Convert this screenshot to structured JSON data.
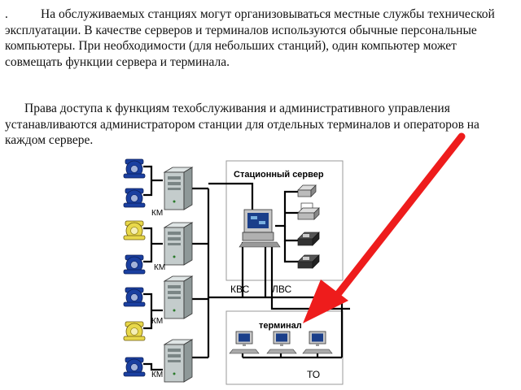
{
  "text": {
    "paragraph1_bullet": ".",
    "paragraph1": "На обслуживаемых станциях могут организовываться местные службы технической эксплуатации. В качестве серверов и терминалов используются обычные персональные компьютеры. При необходимости (для небольших станций), один компьютер может совмещать функции сервера и терминала.",
    "paragraph2": "Права доступа к функциям техобслуживания и административного управления устанавливаются администратором станции для отдельных терминалов и операторов на каждом сервере."
  },
  "diagram": {
    "server_box_title": "Стационный сервер",
    "terminal_box_title": "терминал",
    "kvs_label": "КВС",
    "lvs_label": "ЛВС",
    "to_label": "ТО",
    "km_labels": [
      "КМ",
      "КМ",
      "КМ",
      "КМ"
    ]
  },
  "colors": {
    "arrow": "#ee1c1c",
    "phone_blue": "#1a3fa0",
    "phone_yellow": "#e8d84a",
    "tower": "#b9c2c2",
    "line": "#000000"
  },
  "icons": [
    "telephone-icon",
    "server-tower-icon",
    "desktop-computer-icon",
    "printer-icon",
    "fax-icon",
    "terminal-pc-icon",
    "red-arrow"
  ]
}
